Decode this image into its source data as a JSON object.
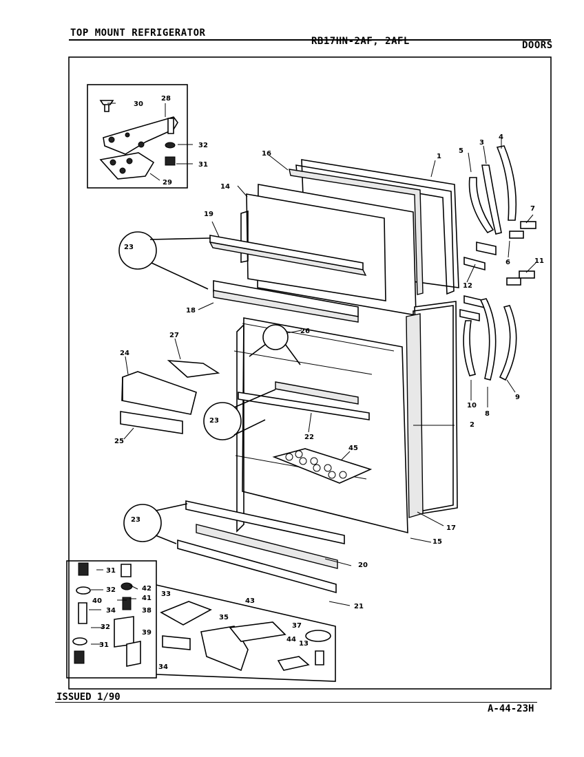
{
  "header": {
    "title": "TOP MOUNT REFRIGERATOR",
    "model": "RB17HN-2AF, 2AFL",
    "section": "DOORS"
  },
  "footer": {
    "issued": "ISSUED 1/90",
    "part_number": "A-44-23H"
  },
  "callouts": [
    "1",
    "2",
    "3",
    "4",
    "5",
    "6",
    "7",
    "8",
    "9",
    "10",
    "11",
    "12",
    "13",
    "14",
    "15",
    "16",
    "17",
    "18",
    "19",
    "20",
    "21",
    "22",
    "23",
    "24",
    "25",
    "26",
    "27",
    "28",
    "29",
    "30",
    "31",
    "32",
    "34",
    "35",
    "37",
    "38",
    "39",
    "40",
    "41",
    "42",
    "43",
    "44",
    "45",
    "33"
  ]
}
